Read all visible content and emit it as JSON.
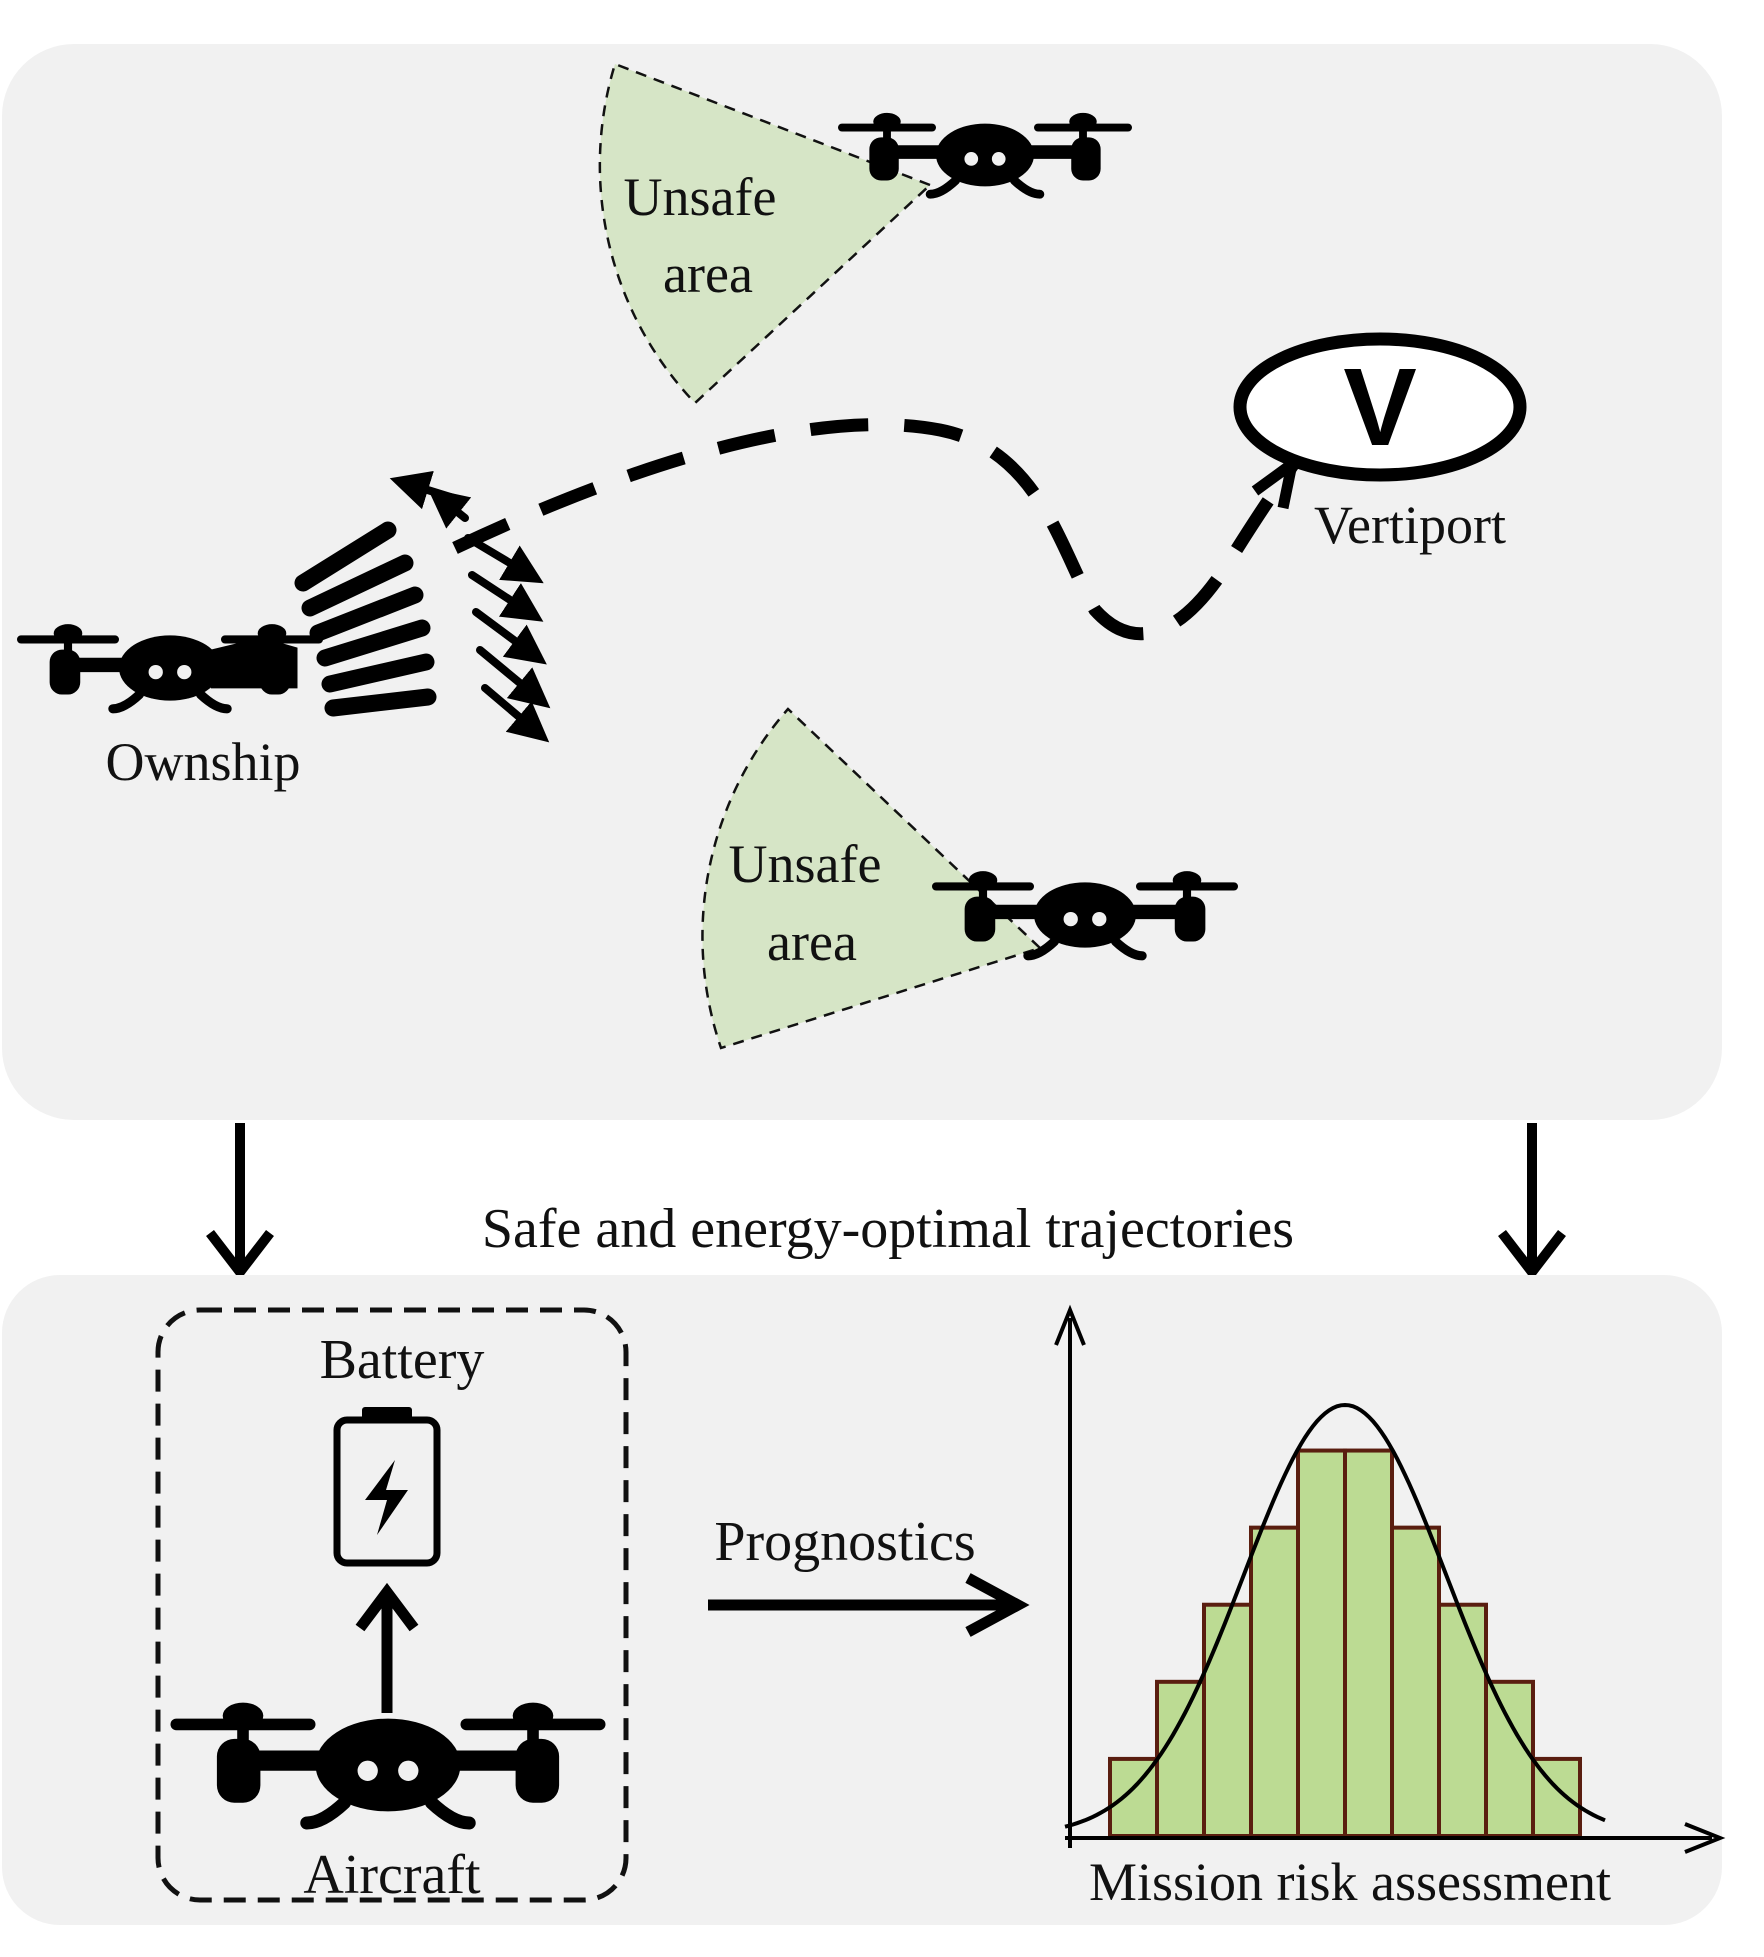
{
  "colors": {
    "panel": "#f1f1f1",
    "unsafe_fill": "#d6e5c6",
    "bar_fill": "#bcdb93",
    "bar_stroke": "#5a1e10",
    "ink": "#000000"
  },
  "top_panel": {
    "unsafe_area_1": {
      "line1": "Unsafe",
      "line2": "area"
    },
    "unsafe_area_2": {
      "line1": "Unsafe",
      "line2": "area"
    },
    "vertiport_symbol": "V",
    "vertiport_label": "Vertiport",
    "ownship_label": "Ownship",
    "icons": [
      "drone-icon",
      "drone-icon",
      "drone-icon",
      "vertiport-icon"
    ]
  },
  "middle": {
    "caption": "Safe and energy-optimal trajectories"
  },
  "bottom_panel": {
    "battery_label": "Battery",
    "aircraft_label": "Aircraft",
    "prognostics_label": "Prognostics",
    "risk_label": "Mission risk assessment",
    "icons": [
      "battery-icon",
      "drone-icon"
    ]
  },
  "chart_data": {
    "type": "bar",
    "bins": 10,
    "values": [
      2,
      4,
      6,
      8,
      10,
      10,
      8,
      6,
      4,
      2
    ],
    "overlay": "normal-curve",
    "title": "",
    "xlabel": "",
    "ylabel": "",
    "ylim": [
      0,
      11
    ]
  }
}
